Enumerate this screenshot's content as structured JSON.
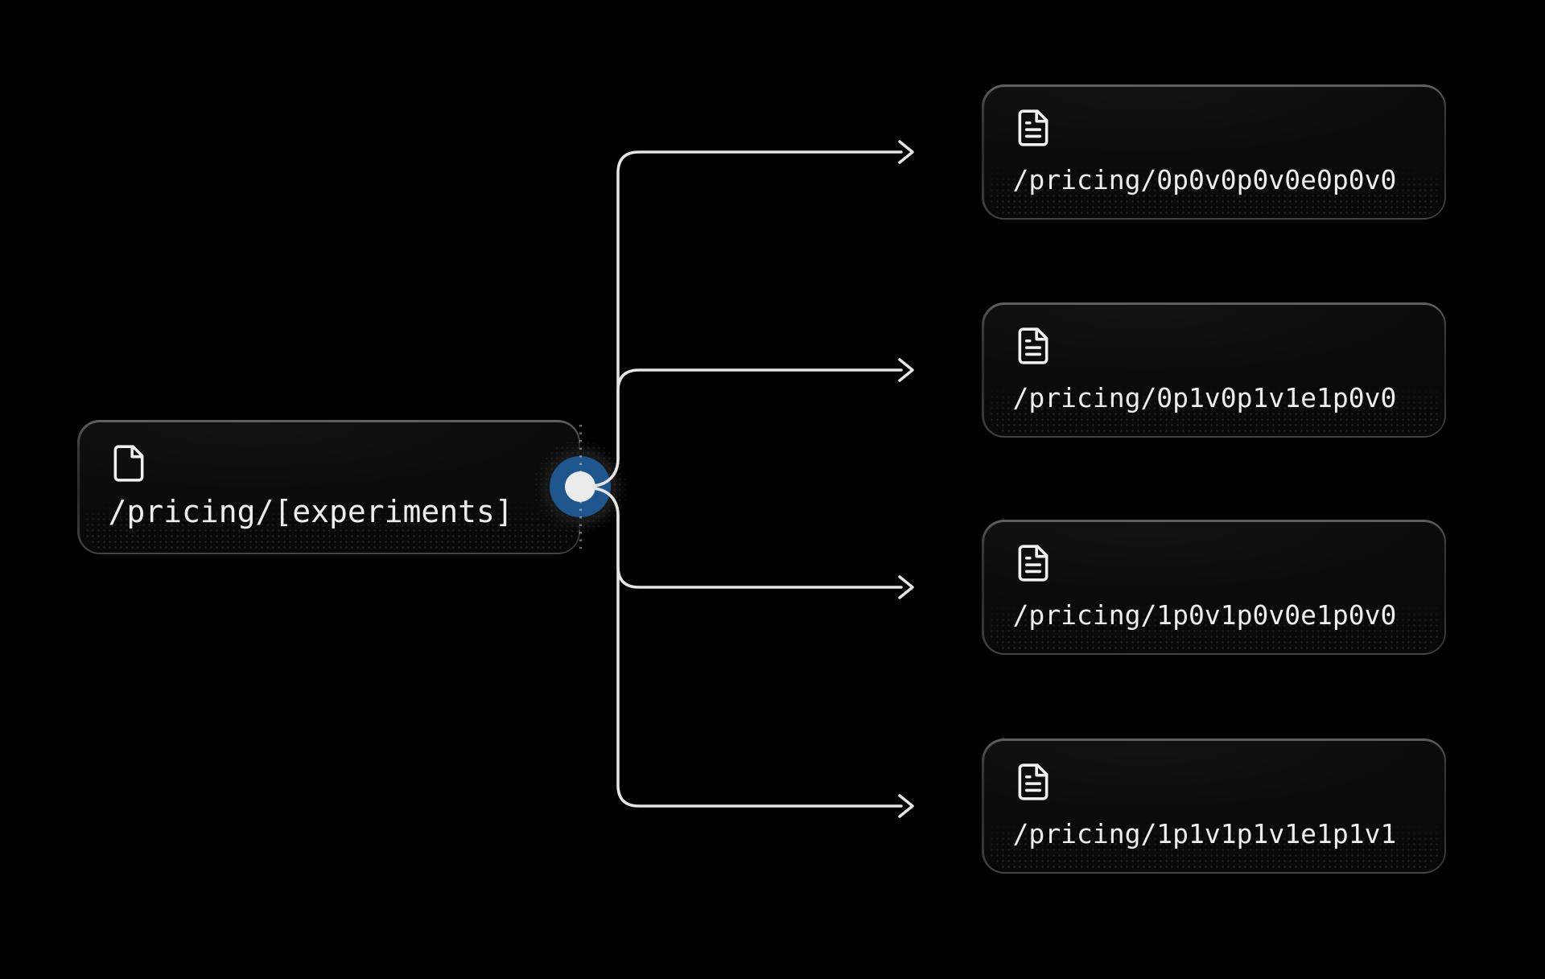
{
  "diagram": {
    "type": "route-flow",
    "source_node": {
      "path": "/pricing/[experiments]",
      "icon": "file-icon"
    },
    "target_nodes": [
      {
        "path": "/pricing/0p0v0p0v0e0p0v0",
        "icon": "file-text-icon"
      },
      {
        "path": "/pricing/0p1v0p1v1e1p0v0",
        "icon": "file-text-icon"
      },
      {
        "path": "/pricing/1p0v1p0v0e1p0v0",
        "icon": "file-text-icon"
      },
      {
        "path": "/pricing/1p1v1p1v1e1p1v1",
        "icon": "file-text-icon"
      }
    ],
    "edges_count": 4,
    "colors": {
      "background": "#000000",
      "node_background": "#0b0b0b",
      "node_border_top": "#5e5e5e",
      "node_border_bottom": "#3e3e3e",
      "node_text": "#ededed",
      "edge_stroke": "#e5e5e5",
      "handle_blue": "#1f568e",
      "handle_inner": "#ebebeb"
    }
  }
}
